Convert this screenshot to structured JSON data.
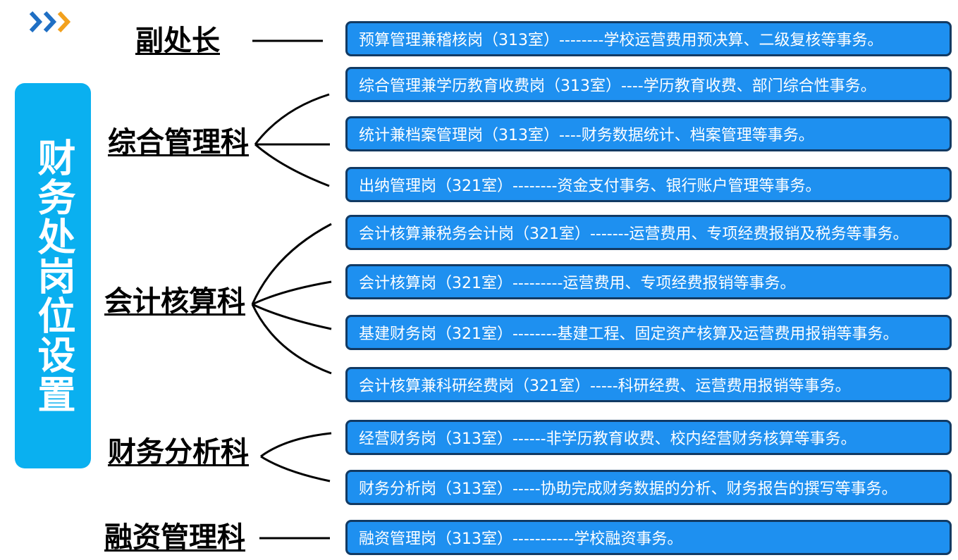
{
  "page": {
    "title": "财务处岗位设置"
  },
  "colors": {
    "title_box": "#0ab0f0",
    "post_fill": "#1e90f0",
    "post_border": "#123a63",
    "logo_blue": "#1f6fc4",
    "logo_orange": "#f2a11e"
  },
  "logo": {
    "icon": "double-chevron-right-icon"
  },
  "departments": [
    {
      "name": "副处长",
      "posts": [
        "预算管理兼稽核岗（313室）--------学校运营费用预决算、二级复核等事务。"
      ]
    },
    {
      "name": "综合管理科",
      "posts": [
        "综合管理兼学历教育收费岗（313室）----学历教育收费、部门综合性事务。",
        "统计兼档案管理岗（313室）----财务数据统计、档案管理等事务。",
        "出纳管理岗（321室）--------资金支付事务、银行账户管理等事务。"
      ]
    },
    {
      "name": "会计核算科",
      "posts": [
        "会计核算兼税务会计岗（321室）-------运营费用、专项经费报销及税务等事务。",
        "会计核算岗（321室）---------运营费用、专项经费报销等事务。",
        "基建财务岗（321室）--------基建工程、固定资产核算及运营费用报销等事务。",
        "会计核算兼科研经费岗（321室）-----科研经费、运营费用报销等事务。"
      ]
    },
    {
      "name": "财务分析科",
      "posts": [
        "经营财务岗（313室）------非学历教育收费、校内经营财务核算等事务。",
        "财务分析岗（313室）-----协助完成财务数据的分析、财务报告的撰写等事务。"
      ]
    },
    {
      "name": "融资管理科",
      "posts": [
        "融资管理岗（313室）-----------学校融资事务。"
      ]
    }
  ]
}
